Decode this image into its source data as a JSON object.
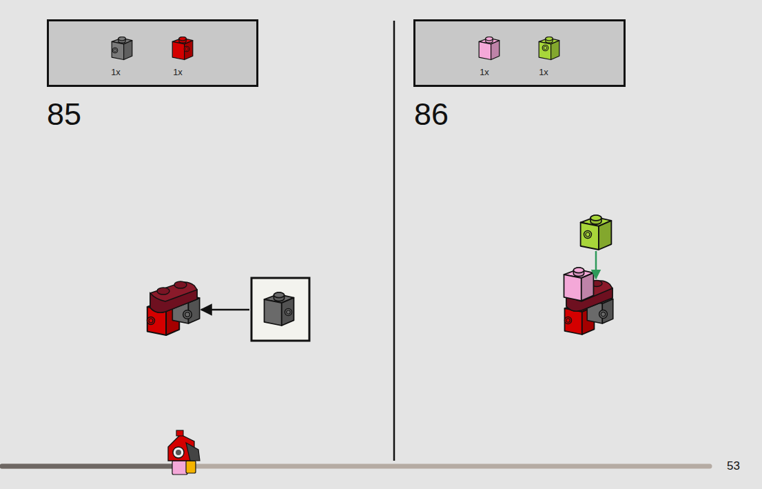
{
  "diagram": {
    "nodes": [
      {
        "text": [
          "1x",
          "1x"
        ]
      },
      {
        "text": [
          "1x",
          "1x"
        ]
      }
    ],
    "labels": [
      "85",
      "86",
      "53"
    ]
  }
}
